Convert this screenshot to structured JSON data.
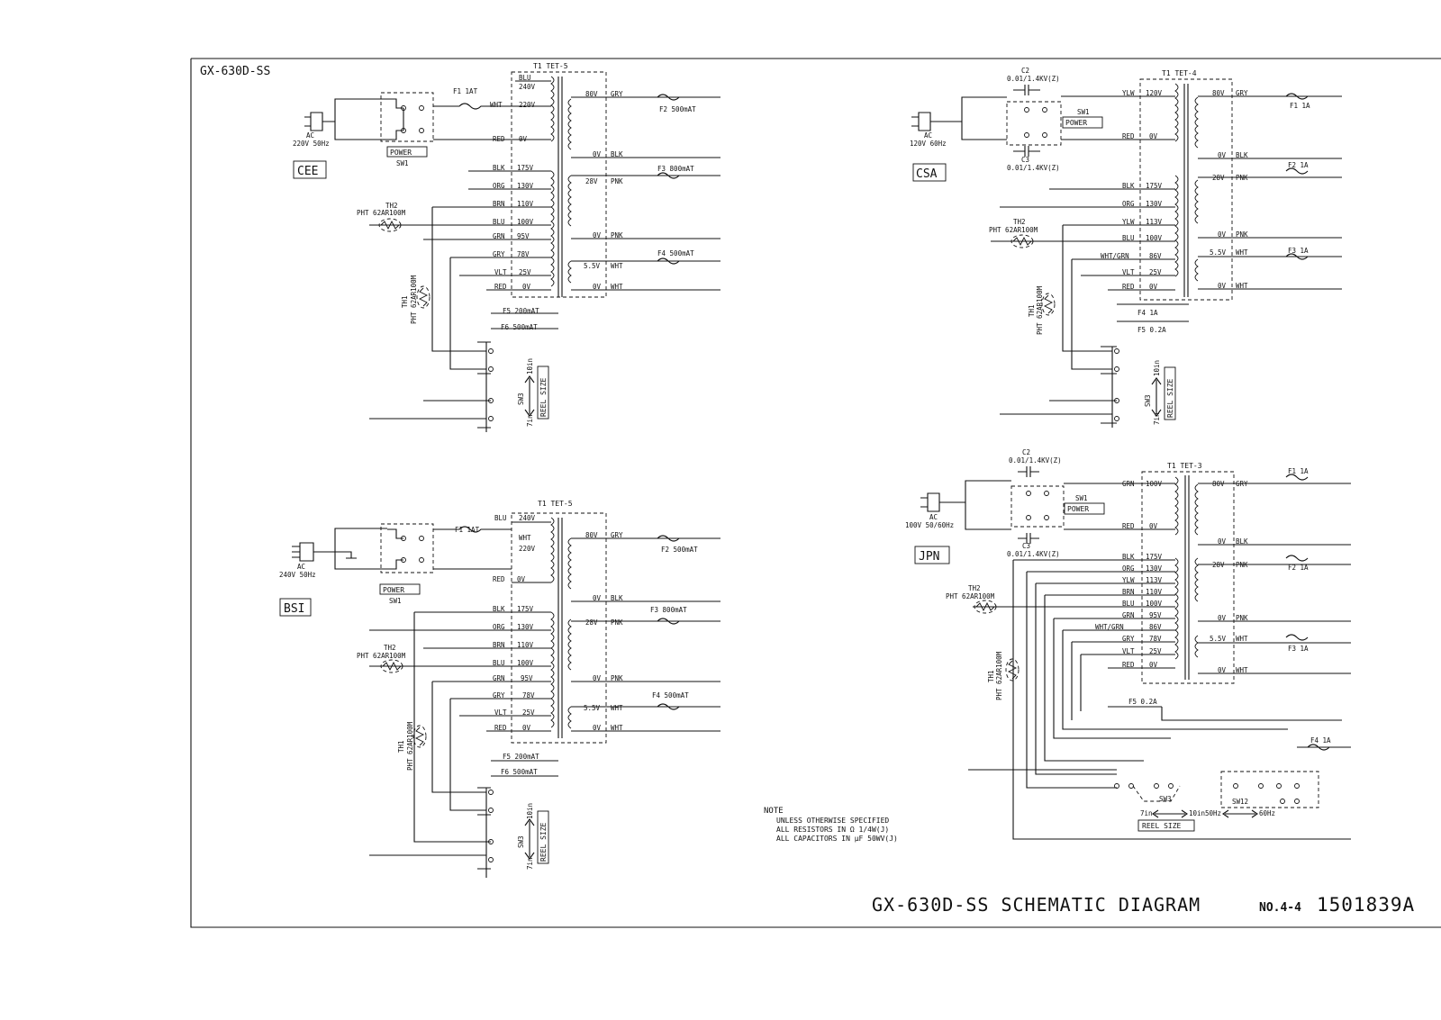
{
  "header": {
    "model": "GX-630D-SS"
  },
  "title_block": {
    "title": "GX-630D-SS SCHEMATIC DIAGRAM",
    "sheet_no_label": "NO.4-4",
    "drawing_no": "1501839A"
  },
  "note": {
    "heading": "NOTE",
    "lines": [
      "UNLESS OTHERWISE SPECIFIED",
      "ALL RESISTORS IN Ω 1/4W(J)",
      "ALL CAPACITORS IN µF 50WV(J)"
    ]
  },
  "common": {
    "power_label": "POWER",
    "sw1": "SW1",
    "sw3": "SW3",
    "reel_size": "REEL SIZE",
    "reel_7": "7in",
    "reel_10": "10in",
    "th1": "TH1",
    "th_part": "PHT 62AR100M",
    "th2": "TH2",
    "ac": "AC"
  },
  "sections": {
    "cee": {
      "region": "CEE",
      "ac_rating": "220V 50Hz",
      "fuse1": "F1 1AT",
      "transformer": "T1 TET-5",
      "primary_top": [
        {
          "wire": "BLU",
          "volt": "240V"
        },
        {
          "wire": "WHT",
          "volt": "220V"
        },
        {
          "wire": "RED",
          "volt": "0V"
        }
      ],
      "primary_taps": [
        {
          "wire": "BLK",
          "volt": "175V"
        },
        {
          "wire": "ORG",
          "volt": "130V"
        },
        {
          "wire": "BRN",
          "volt": "110V"
        },
        {
          "wire": "BLU",
          "volt": "100V"
        },
        {
          "wire": "GRN",
          "volt": "95V"
        },
        {
          "wire": "GRY",
          "volt": "78V"
        },
        {
          "wire": "VLT",
          "volt": "25V"
        },
        {
          "wire": "RED",
          "volt": "0V"
        }
      ],
      "secondary": [
        {
          "volt": "80V",
          "wire": "GRY"
        },
        {
          "volt": "0V",
          "wire": "BLK"
        },
        {
          "volt": "28V",
          "wire": "PNK"
        },
        {
          "volt": "0V",
          "wire": "PNK"
        },
        {
          "volt": "5.5V",
          "wire": "WHT"
        },
        {
          "volt": "0V",
          "wire": "WHT"
        }
      ],
      "fuses": [
        "F2 500mAT",
        "F3 800mAT",
        "F4 500mAT",
        "F5 200mAT",
        "F6 500mAT"
      ]
    },
    "bsi": {
      "region": "BSI",
      "ac_rating": "240V 50Hz",
      "fuse1": "F1 1AT",
      "transformer": "T1 TET-5",
      "primary_top": [
        {
          "wire": "BLU",
          "volt": "240V"
        },
        {
          "wire": "WHT",
          "volt": "220V"
        },
        {
          "wire": "RED",
          "volt": "0V"
        }
      ],
      "primary_taps": [
        {
          "wire": "BLK",
          "volt": "175V"
        },
        {
          "wire": "ORG",
          "volt": "130V"
        },
        {
          "wire": "BRN",
          "volt": "110V"
        },
        {
          "wire": "BLU",
          "volt": "100V"
        },
        {
          "wire": "GRN",
          "volt": "95V"
        },
        {
          "wire": "GRY",
          "volt": "78V"
        },
        {
          "wire": "VLT",
          "volt": "25V"
        },
        {
          "wire": "RED",
          "volt": "0V"
        }
      ],
      "secondary": [
        {
          "volt": "80V",
          "wire": "GRY"
        },
        {
          "volt": "0V",
          "wire": "BLK"
        },
        {
          "volt": "28V",
          "wire": "PNK"
        },
        {
          "volt": "0V",
          "wire": "PNK"
        },
        {
          "volt": "5.5V",
          "wire": "WHT"
        },
        {
          "volt": "0V",
          "wire": "WHT"
        }
      ],
      "fuses": [
        "F2 500mAT",
        "F3 800mAT",
        "F4 500mAT",
        "F5 200mAT",
        "F6 500mAT"
      ]
    },
    "csa": {
      "region": "CSA",
      "ac_rating": "120V 60Hz",
      "transformer": "T1 TET-4",
      "c2": "C2",
      "c2_val": "0.01/1.4KV(Z)",
      "c3": "C3",
      "c3_val": "0.01/1.4KV(Z)",
      "primary_top": [
        {
          "wire": "YLW",
          "volt": "120V"
        },
        {
          "wire": "RED",
          "volt": "0V"
        }
      ],
      "primary_taps": [
        {
          "wire": "BLK",
          "volt": "175V"
        },
        {
          "wire": "ORG",
          "volt": "130V"
        },
        {
          "wire": "YLW",
          "volt": "113V"
        },
        {
          "wire": "BLU",
          "volt": "100V"
        },
        {
          "wire": "WHT/GRN",
          "volt": "86V"
        },
        {
          "wire": "VLT",
          "volt": "25V"
        },
        {
          "wire": "RED",
          "volt": "0V"
        }
      ],
      "secondary": [
        {
          "volt": "80V",
          "wire": "GRY"
        },
        {
          "volt": "0V",
          "wire": "BLK"
        },
        {
          "volt": "28V",
          "wire": "PNK"
        },
        {
          "volt": "0V",
          "wire": "PNK"
        },
        {
          "volt": "5.5V",
          "wire": "WHT"
        },
        {
          "volt": "0V",
          "wire": "WHT"
        }
      ],
      "fuses": [
        "F1 1A",
        "F2 1A",
        "F3 1A",
        "F4 1A",
        "F5 0.2A"
      ]
    },
    "jpn": {
      "region": "JPN",
      "ac_rating": "100V 50/60Hz",
      "transformer": "T1 TET-3",
      "c2": "C2",
      "c2_val": "0.01/1.4KV(Z)",
      "c3": "C3",
      "c3_val": "0.01/1.4KV(Z)",
      "primary_top": [
        {
          "wire": "GRN",
          "volt": "100V"
        },
        {
          "wire": "RED",
          "volt": "0V"
        }
      ],
      "primary_taps": [
        {
          "wire": "BLK",
          "volt": "175V"
        },
        {
          "wire": "ORG",
          "volt": "130V"
        },
        {
          "wire": "YLW",
          "volt": "113V"
        },
        {
          "wire": "BRN",
          "volt": "110V"
        },
        {
          "wire": "BLU",
          "volt": "100V"
        },
        {
          "wire": "GRN",
          "volt": "95V"
        },
        {
          "wire": "WHT/GRN",
          "volt": "86V"
        },
        {
          "wire": "GRY",
          "volt": "78V"
        },
        {
          "wire": "VLT",
          "volt": "25V"
        },
        {
          "wire": "RED",
          "volt": "0V"
        }
      ],
      "secondary": [
        {
          "volt": "80V",
          "wire": "GRY"
        },
        {
          "volt": "0V",
          "wire": "BLK"
        },
        {
          "volt": "28V",
          "wire": "PNK"
        },
        {
          "volt": "0V",
          "wire": "PNK"
        },
        {
          "volt": "5.5V",
          "wire": "WHT"
        },
        {
          "volt": "0V",
          "wire": "WHT"
        }
      ],
      "fuses": [
        "F1 1A",
        "F2 1A",
        "F3 1A",
        "F4 1A",
        "F5 0.2A"
      ],
      "sw12": "SW12",
      "hz50": "50Hz",
      "hz60": "60Hz"
    }
  }
}
